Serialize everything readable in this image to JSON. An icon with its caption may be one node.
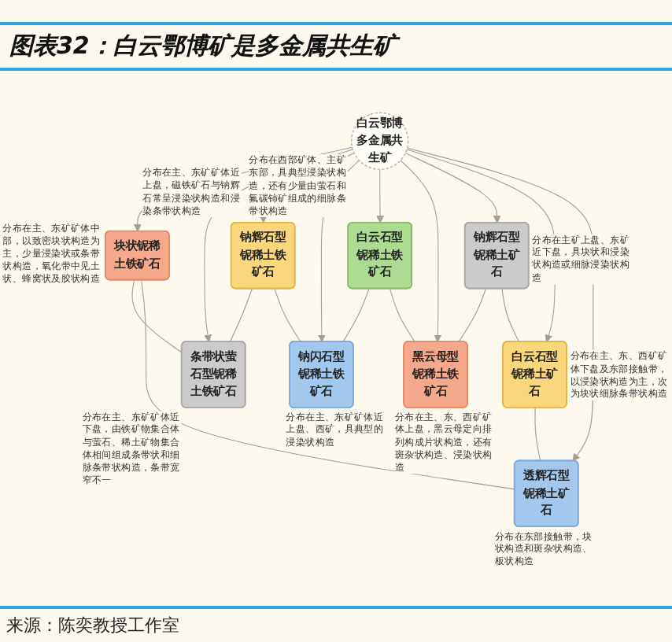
{
  "diagram": {
    "title": "图表32：白云鄂博矿是多金属共生矿",
    "caption": "来源：陈奕教授工作室",
    "nodes": [
      {
        "text": [
          "白云鄂博多金属共生矿"
        ]
      },
      {
        "text": [
          "块状铌稀土铁矿石"
        ],
        "beside": [
          "分布在主、东矿矿体中部，以致密块状构造为主，少量浸染状或条带状构造，氧化带中见土状、蜂窝状及胶状构造"
        ]
      },
      {
        "text": [
          "条带状萤石型铌稀土铁矿石"
        ],
        "beside": [
          "分布在主、东矿矿体近下盘，由铁矿物集合体与萤石、稀土矿物集合体相间组成条带状和细脉条带状构造，条带宽窄不一"
        ]
      },
      {
        "text": [
          "钠辉石型铌稀土铁矿石"
        ],
        "beside": [
          "分布在主、东矿矿体近上盘，磁铁矿石与钠辉石常呈浸染状构造和浸染条带状构造"
        ]
      },
      {
        "text": [
          "钠闪石型铌稀土铁矿石"
        ],
        "beside": [
          "分布在主、东矿矿体近上盘、西矿，具典型的浸染状构造"
        ]
      },
      {
        "text": [
          "白云石型铌稀土铁矿石"
        ],
        "beside": [
          "分布在西部矿体、主矿东部，具典型浸染状构造，还有少量由萤石和氟碳铈矿组成的细脉条带状构造"
        ]
      },
      {
        "text": [
          "黑云母型铌稀土铁矿石"
        ],
        "beside": [
          "分布在主、东、西矿矿体上盘，黑云母定向排列构成片状构造，还有斑杂状构造、浸染状构造"
        ]
      },
      {
        "text": [
          "钠辉石型铌稀土矿石"
        ],
        "beside": [
          "分布在主矿上盘、东矿近下盘，具块状和浸染状构造或细脉浸染状构造"
        ]
      },
      {
        "text": [
          "白云石型铌稀土矿石"
        ],
        "beside": [
          "分布在主、东、西矿矿体下盘及东部接触带，以浸染状构造为主，次为块状细脉条带状构造"
        ]
      },
      {
        "text": [
          "透辉石型铌稀土矿石"
        ],
        "beside": [
          "分布在东部接触带，块状构造和斑杂状构造、板状构造"
        ]
      }
    ],
    "edges": [
      {
        "from": 0,
        "to": 1,
        "arrow": "to"
      },
      {
        "from": 0,
        "to": 2,
        "arrow": "to"
      },
      {
        "from": 0,
        "to": 3,
        "arrow": "to"
      },
      {
        "from": 0,
        "to": 4,
        "arrow": "to"
      },
      {
        "from": 0,
        "to": 5,
        "arrow": "to"
      },
      {
        "from": 0,
        "to": 6,
        "arrow": "to"
      },
      {
        "from": 0,
        "to": 7,
        "arrow": "to"
      },
      {
        "from": 0,
        "to": 8,
        "arrow": "to"
      },
      {
        "from": 0,
        "to": 9,
        "arrow": "to"
      },
      {
        "from": 1,
        "to": 2,
        "arrow": "none"
      },
      {
        "from": 3,
        "to": 2,
        "arrow": "none"
      },
      {
        "from": 3,
        "to": 4,
        "arrow": "none"
      },
      {
        "from": 5,
        "to": 4,
        "arrow": "none"
      },
      {
        "from": 5,
        "to": 6,
        "arrow": "none"
      },
      {
        "from": 7,
        "to": 6,
        "arrow": "none"
      },
      {
        "from": 7,
        "to": 8,
        "arrow": "none"
      },
      {
        "from": 8,
        "to": 9,
        "arrow": "none"
      },
      {
        "from": 1,
        "to": 9,
        "arrow": "none"
      }
    ]
  }
}
